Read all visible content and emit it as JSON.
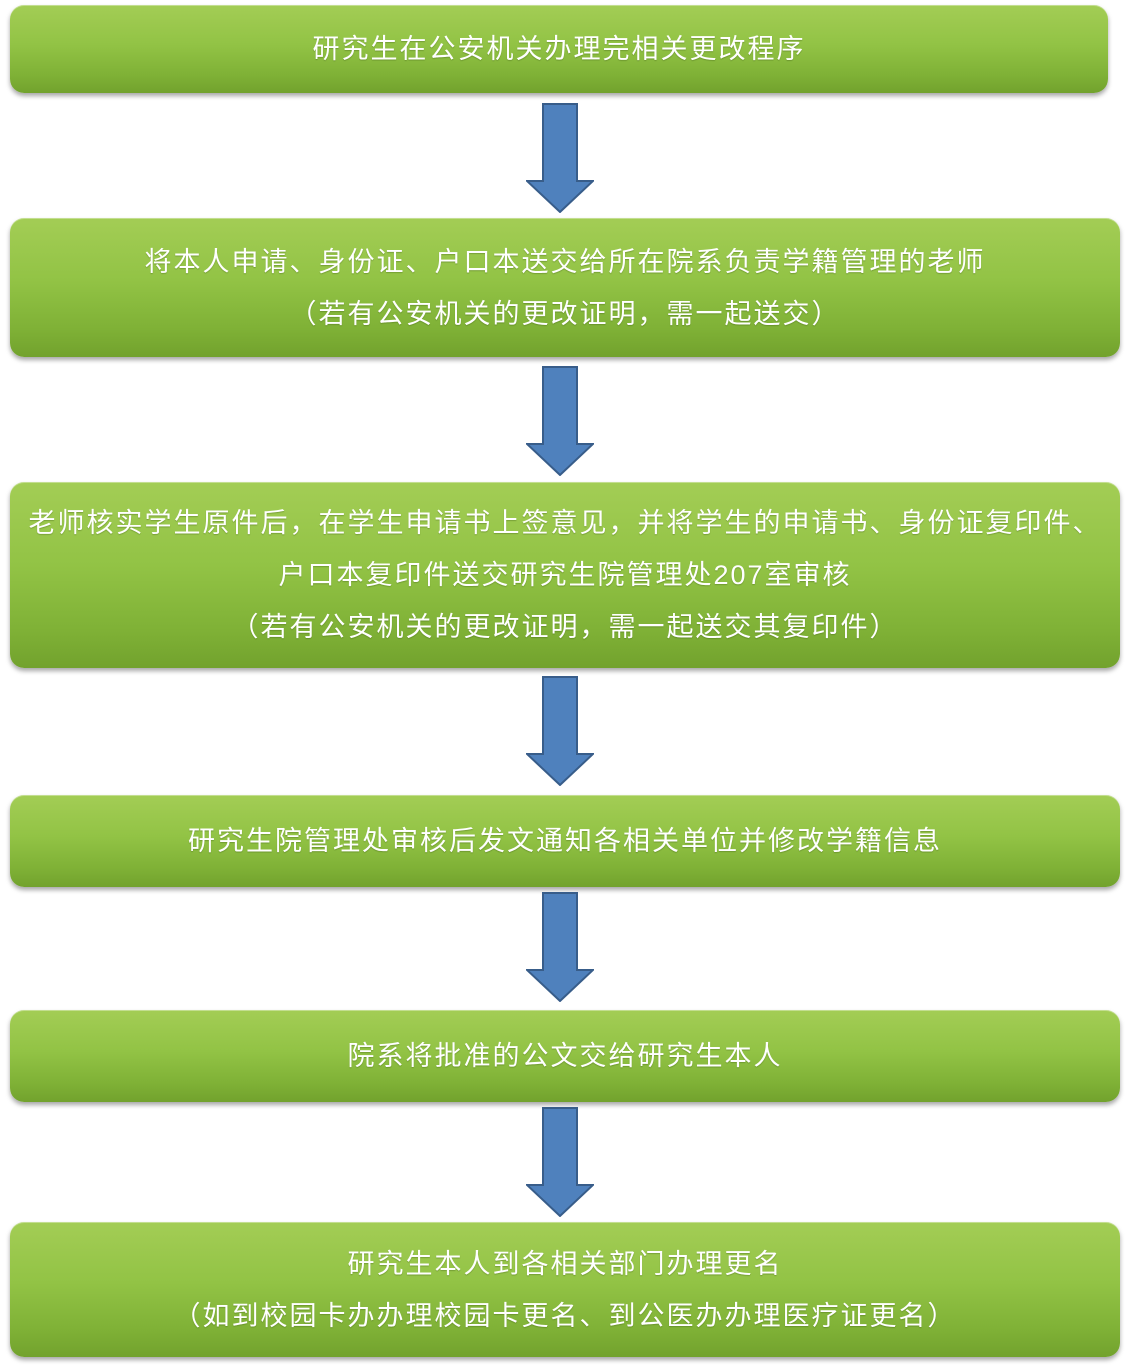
{
  "colors": {
    "box_green": "#92c345",
    "arrow_fill": "#4f81bd",
    "arrow_stroke": "#385d8a",
    "text": "#ffffff"
  },
  "steps": [
    {
      "lines": [
        "研究生在公安机关办理完相关更改程序"
      ]
    },
    {
      "lines": [
        "将本人申请、身份证、户口本送交给所在院系负责学籍管理的老师",
        "（若有公安机关的更改证明，需一起送交）"
      ]
    },
    {
      "lines": [
        "老师核实学生原件后，在学生申请书上签意见，并将学生的申请书、身份证复印件、",
        "户口本复印件送交研究生院管理处207室审核",
        "（若有公安机关的更改证明，需一起送交其复印件）"
      ]
    },
    {
      "lines": [
        "研究生院管理处审核后发文通知各相关单位并修改学籍信息"
      ]
    },
    {
      "lines": [
        "院系将批准的公文交给研究生本人"
      ]
    },
    {
      "lines": [
        "研究生本人到各相关部门办理更名",
        "（如到校园卡办办理校园卡更名、到公医办办理医疗证更名）"
      ]
    }
  ]
}
